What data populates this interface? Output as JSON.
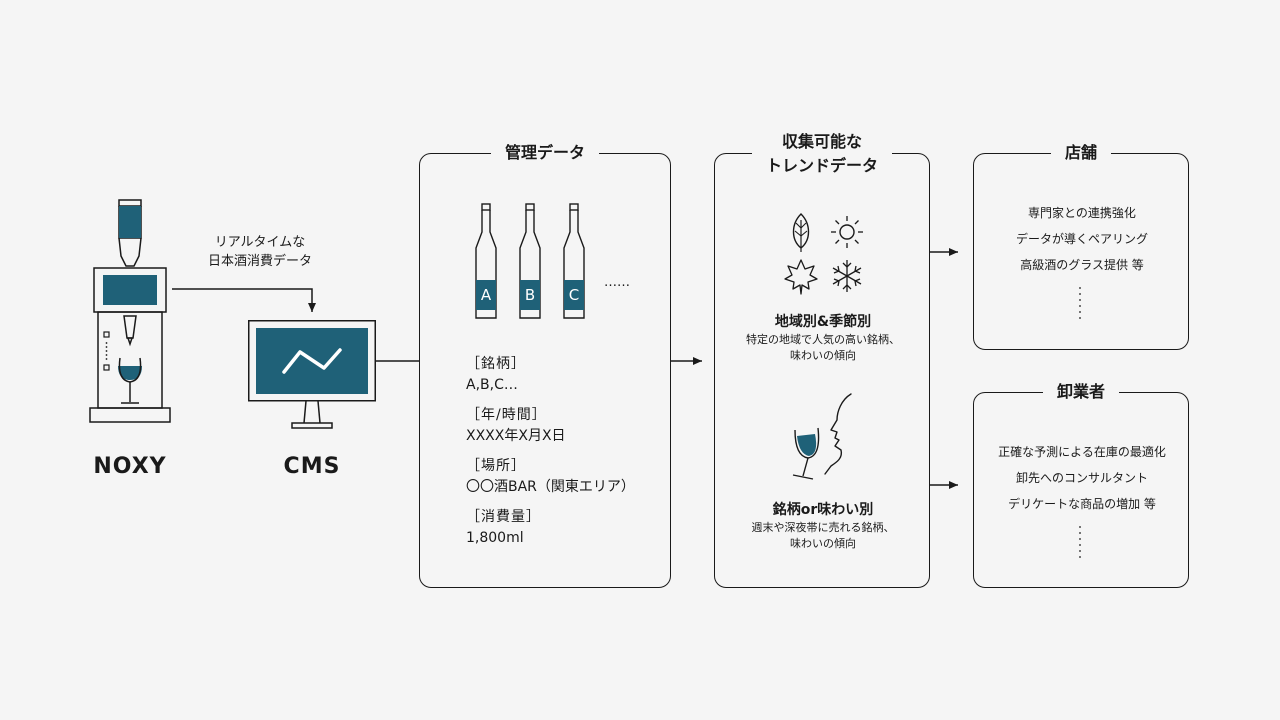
{
  "colors": {
    "teal": "#1f6178",
    "ink": "#1a1a1a",
    "background": "#f5f5f5"
  },
  "noxy": {
    "label": "NOXY"
  },
  "cms": {
    "label": "CMS"
  },
  "flow": {
    "label_line1": "リアルタイムな",
    "label_line2": "日本酒消費データ"
  },
  "managed": {
    "title": "管理データ",
    "bottles": [
      "A",
      "B",
      "C"
    ],
    "ellipsis": "……",
    "fields": [
      {
        "label": "［銘柄］",
        "value": "A,B,C…"
      },
      {
        "label": "［年/時間］",
        "value": "XXXX年X月X日"
      },
      {
        "label": "［場所］",
        "value": "〇〇酒BAR（関東エリア）"
      },
      {
        "label": "［消費量］",
        "value": "1,800ml"
      }
    ]
  },
  "trend": {
    "title_line1": "収集可能な",
    "title_line2": "トレンドデータ",
    "region": {
      "title": "地域別&季節別",
      "desc_line1": "特定の地域で人気の高い銘柄、",
      "desc_line2": "味わいの傾向"
    },
    "brand": {
      "title": "銘柄or味わい別",
      "desc_line1": "週末や深夜帯に売れる銘柄、",
      "desc_line2": "味わいの傾向"
    }
  },
  "store": {
    "title": "店舗",
    "items": [
      "専門家との連携強化",
      "データが導くペアリング",
      "高級酒のグラス提供 等"
    ]
  },
  "wholesale": {
    "title": "卸業者",
    "items": [
      "正確な予測による在庫の最適化",
      "卸先へのコンサルタント",
      "デリケートな商品の増加 等"
    ]
  }
}
